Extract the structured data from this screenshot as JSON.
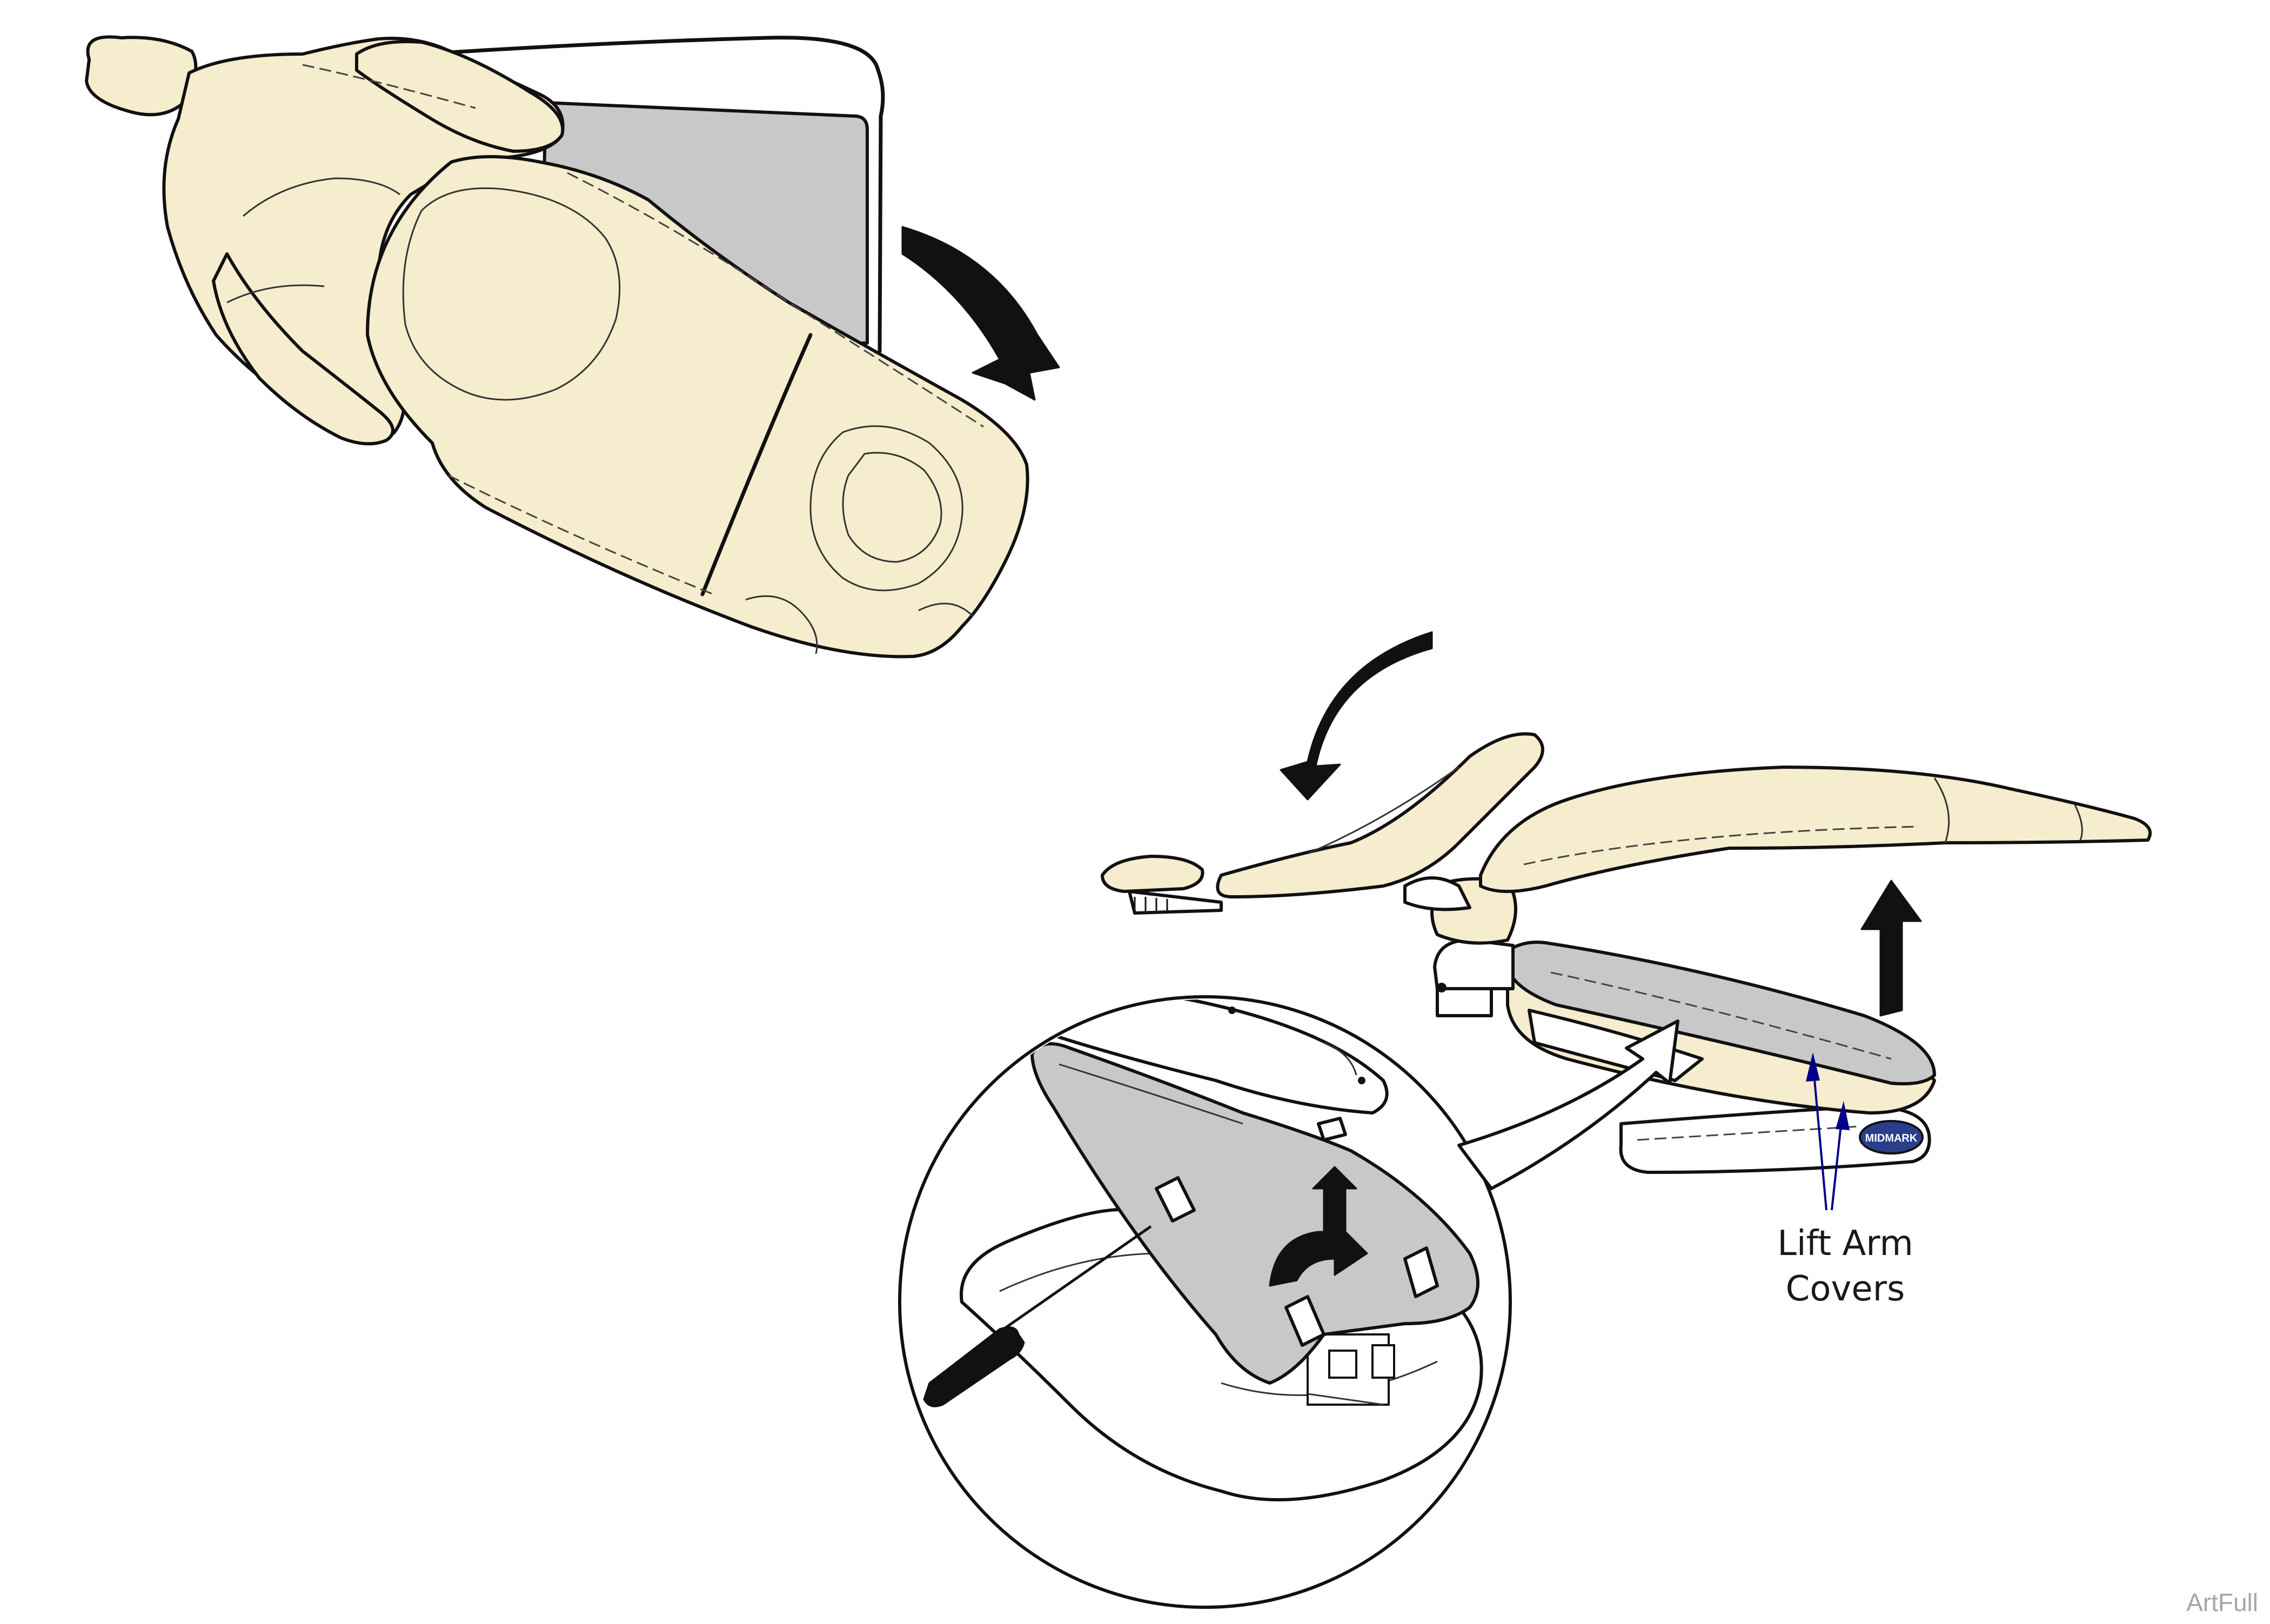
{
  "callouts": {
    "lift_arm_covers_line1": "Lift Arm",
    "lift_arm_covers_line2": "Covers"
  },
  "watermark": "ArtFull",
  "brand_badge": "MIDMARK",
  "colors": {
    "upholstery": "#f6ecce",
    "cover_gray": "#c8c8c8",
    "outline": "#111111",
    "leader_blue": "#00008b",
    "background": "#ffffff"
  },
  "icons": [
    "rotate-down-arrow",
    "rotate-down-arrow",
    "lift-up-arrow",
    "lift-up-arrow",
    "screwdriver",
    "pointer-arrow"
  ]
}
